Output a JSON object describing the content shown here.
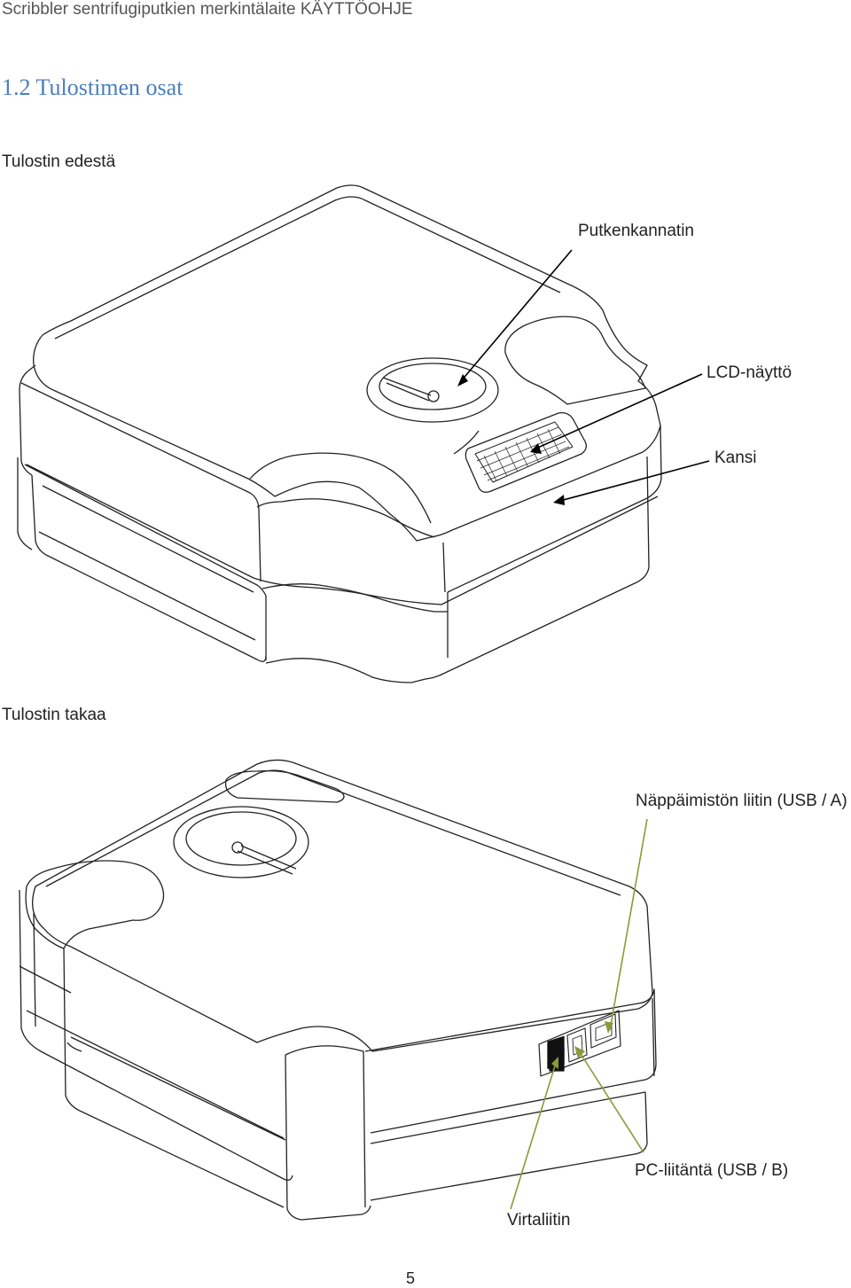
{
  "page_header": "Scribbler sentrifugiputkien merkintälaite KÄYTTÖOHJE",
  "section_heading": "1.2 Tulostimen osat",
  "front_view": {
    "caption": "Tulostin edestä",
    "labels": {
      "tube_holder": "Putkenkannatin",
      "lcd": "LCD-näyttö",
      "lid": "Kansi"
    }
  },
  "back_view": {
    "caption": "Tulostin takaa",
    "labels": {
      "keyboard_port": "Näppäimistön liitin (USB / A)",
      "pc_port": "PC-liitäntä (USB / B)",
      "power": "Virtaliitin"
    }
  },
  "page_number": "5",
  "colors": {
    "heading": "#4a7fbe",
    "back_leader": "#8a9a3a",
    "line": "#222222"
  }
}
